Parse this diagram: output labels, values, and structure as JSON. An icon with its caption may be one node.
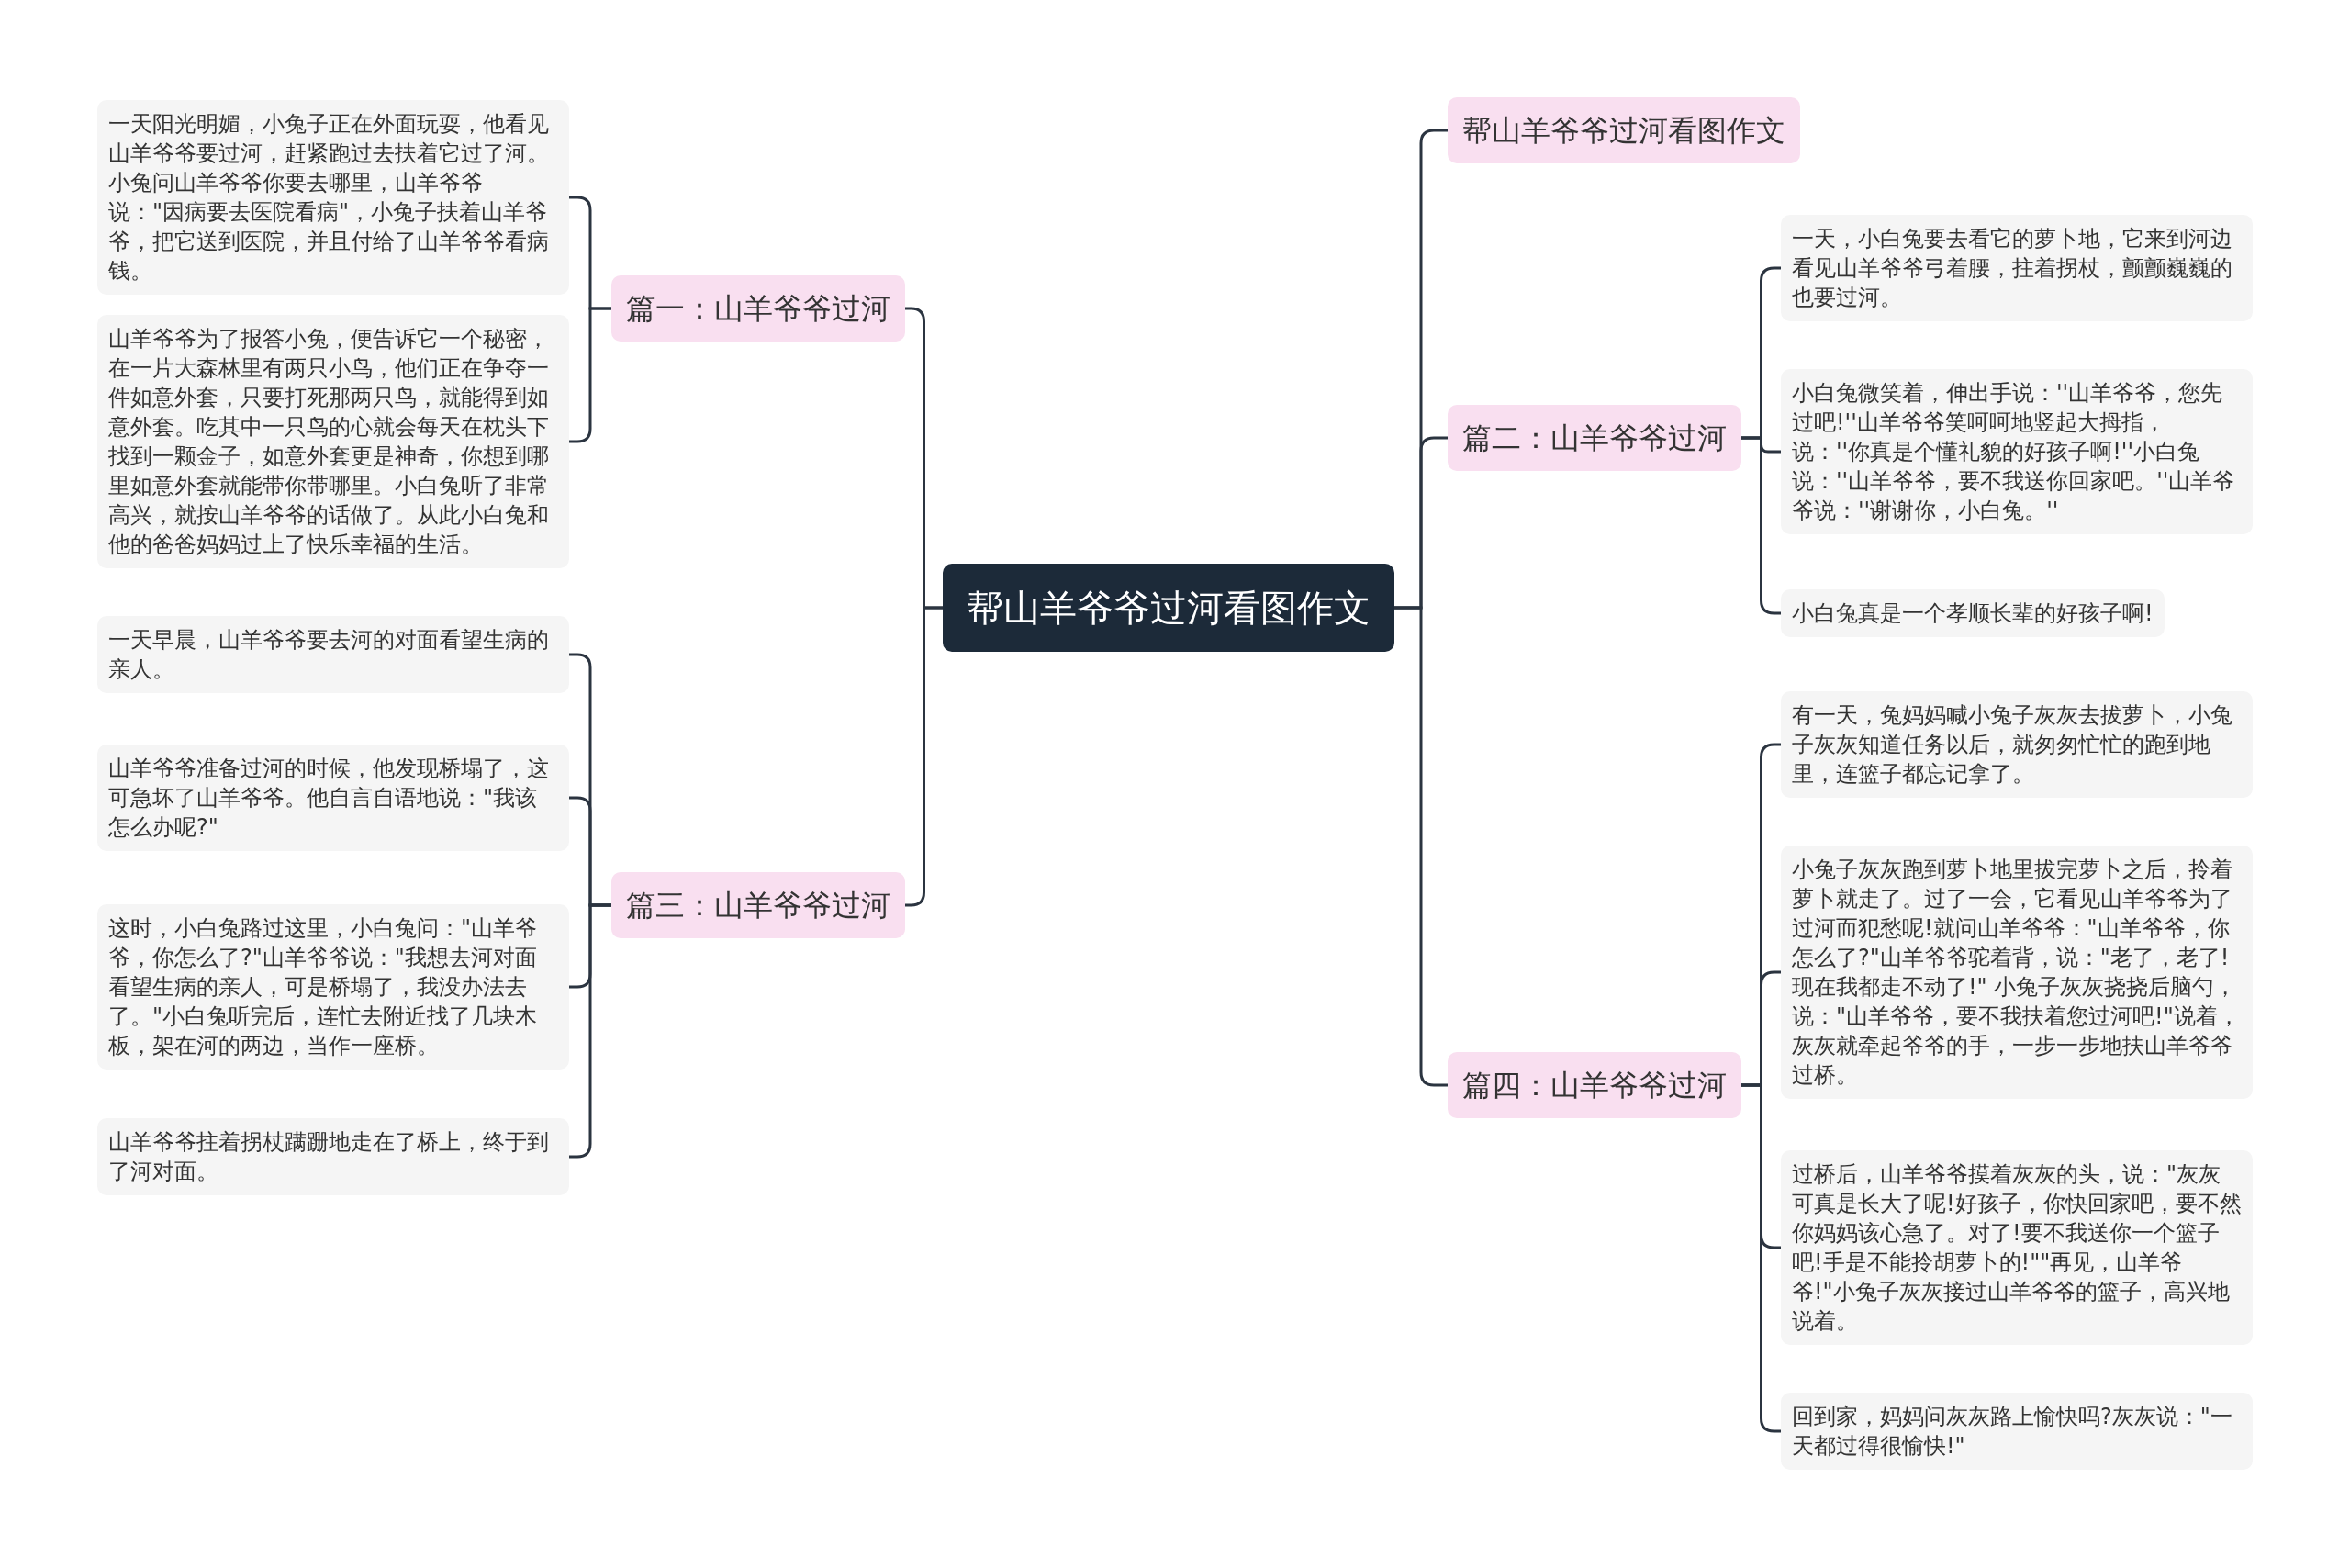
{
  "diagram": {
    "nodes": [
      {
        "text": [
          "帮山羊爷爷过河看图作文"
        ]
      },
      {
        "text": [
          "篇一：山羊爷爷过河"
        ]
      },
      {
        "text": [
          "一天阳光明媚，小兔子正在外面玩耍，他看见山羊爷爷要过河，赶紧跑过去扶着它过了河。小兔问山羊爷爷你要去哪里，山羊爷爷说：\"因病要去医院看病\"，小兔子扶着山羊爷爷，把它送到医院，并且付给了山羊爷爷看病钱。"
        ]
      },
      {
        "text": [
          "山羊爷爷为了报答小兔，便告诉它一个秘密，在一片大森林里有两只小鸟，他们正在争夺一件如意外套，只要打死那两只鸟，就能得到如意外套。吃其中一只鸟的心就会每天在枕头下找到一颗金子，如意外套更是神奇，你想到哪里如意外套就能带你带哪里。小白兔听了非常高兴，就按山羊爷爷的话做了。从此小白兔和他的爸爸妈妈过上了快乐幸福的生活。"
        ]
      },
      {
        "text": [
          "篇三：山羊爷爷过河"
        ]
      },
      {
        "text": [
          "一天早晨，山羊爷爷要去河的对面看望生病的亲人。"
        ]
      },
      {
        "text": [
          "山羊爷爷准备过河的时候，他发现桥塌了，这可急坏了山羊爷爷。他自言自语地说：\"我该怎么办呢?\""
        ]
      },
      {
        "text": [
          "这时，小白兔路过这里，小白兔问：\"山羊爷爷，你怎么了?\"山羊爷爷说：\"我想去河对面看望生病的亲人，可是桥塌了，我没办法去了。\"小白兔听完后，连忙去附近找了几块木板，架在河的两边，当作一座桥。"
        ]
      },
      {
        "text": [
          "山羊爷爷拄着拐杖蹒跚地走在了桥上，终于到了河对面。"
        ]
      },
      {
        "text": [
          "帮山羊爷爷过河看图作文"
        ]
      },
      {
        "text": [
          "篇二：山羊爷爷过河"
        ]
      },
      {
        "text": [
          "一天，小白兔要去看它的萝卜地，它来到河边看见山羊爷爷弓着腰，拄着拐杖，颤颤巍巍的也要过河。"
        ]
      },
      {
        "text": [
          "小白兔微笑着，伸出手说：''山羊爷爷，您先过吧!''山羊爷爷笑呵呵地竖起大拇指，说：''你真是个懂礼貌的好孩子啊!''小白兔说：''山羊爷爷，要不我送你回家吧。''山羊爷爷说：''谢谢你，小白兔。''"
        ]
      },
      {
        "text": [
          "小白兔真是一个孝顺长辈的好孩子啊!"
        ]
      },
      {
        "text": [
          "篇四：山羊爷爷过河"
        ]
      },
      {
        "text": [
          "有一天，兔妈妈喊小兔子灰灰去拔萝卜，小兔子灰灰知道任务以后，就匆匆忙忙的跑到地里，连篮子都忘记拿了。"
        ]
      },
      {
        "text": [
          "小兔子灰灰跑到萝卜地里拔完萝卜之后，拎着萝卜就走了。过了一会，它看见山羊爷爷为了过河而犯愁呢!就问山羊爷爷：\"山羊爷爷，你怎么了?\"山羊爷爷驼着背，说：\"老了，老了!现在我都走不动了!\" 小兔子灰灰挠挠后脑勺，说：\"山羊爷爷，要不我扶着您过河吧!\"说着，灰灰就牵起爷爷的手，一步一步地扶山羊爷爷过桥。"
        ]
      },
      {
        "text": [
          "过桥后，山羊爷爷摸着灰灰的头，说：\"灰灰可真是长大了呢!好孩子，你快回家吧，要不然你妈妈该心急了。对了!要不我送你一个篮子吧!手是不能拎胡萝卜的!\"\"再见，山羊爷爷!\"小兔子灰灰接过山羊爷爷的篮子，高兴地说着。"
        ]
      },
      {
        "text": [
          "回到家，妈妈问灰灰路上愉快吗?灰灰说：\"一天都过得很愉快!\""
        ]
      }
    ],
    "edges": [
      {
        "from": 0,
        "to": 1,
        "arrow": "none"
      },
      {
        "from": 1,
        "to": 2,
        "arrow": "none"
      },
      {
        "from": 1,
        "to": 3,
        "arrow": "none"
      },
      {
        "from": 0,
        "to": 4,
        "arrow": "none"
      },
      {
        "from": 4,
        "to": 5,
        "arrow": "none"
      },
      {
        "from": 4,
        "to": 6,
        "arrow": "none"
      },
      {
        "from": 4,
        "to": 7,
        "arrow": "none"
      },
      {
        "from": 4,
        "to": 8,
        "arrow": "none"
      },
      {
        "from": 0,
        "to": 9,
        "arrow": "none"
      },
      {
        "from": 0,
        "to": 10,
        "arrow": "none"
      },
      {
        "from": 10,
        "to": 11,
        "arrow": "none"
      },
      {
        "from": 10,
        "to": 12,
        "arrow": "none"
      },
      {
        "from": 10,
        "to": 13,
        "arrow": "none"
      },
      {
        "from": 0,
        "to": 14,
        "arrow": "none"
      },
      {
        "from": 14,
        "to": 15,
        "arrow": "none"
      },
      {
        "from": 14,
        "to": 16,
        "arrow": "none"
      },
      {
        "from": 14,
        "to": 17,
        "arrow": "none"
      },
      {
        "from": 14,
        "to": 18,
        "arrow": "none"
      }
    ]
  }
}
